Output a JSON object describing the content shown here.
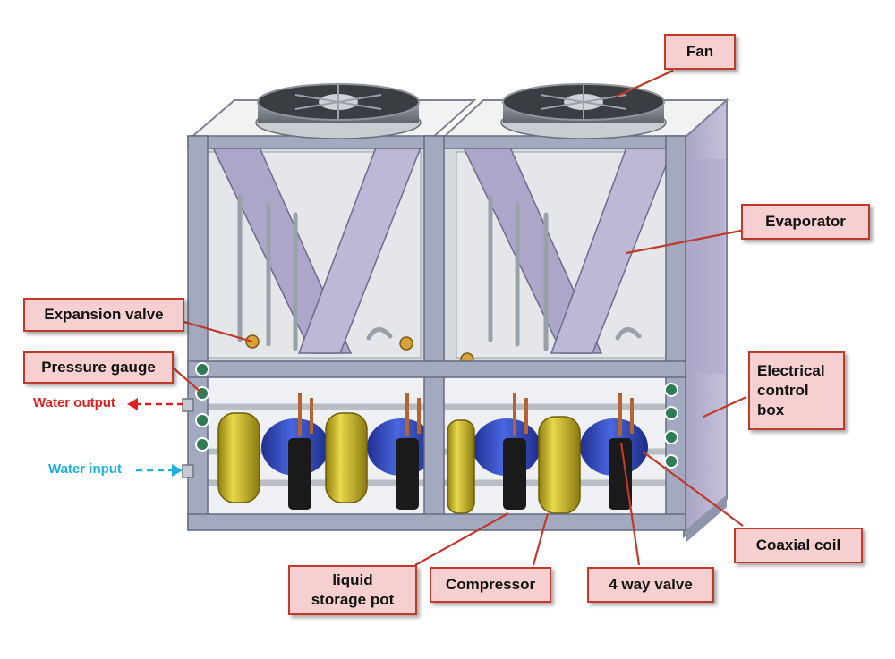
{
  "labels": {
    "fan": "Fan",
    "evaporator": "Evaporator",
    "expansion_valve": "Expansion valve",
    "pressure_gauge": "Pressure gauge",
    "electrical_control_box": "Electrical\ncontrol\nbox",
    "coaxial_coil": "Coaxial coil",
    "liquid_storage_pot": "liquid\nstorage pot",
    "compressor": "Compressor",
    "four_way_valve": "4 way valve"
  },
  "flows": {
    "water_output": "Water output",
    "water_input": "Water input"
  },
  "colors": {
    "callout_fill": "#f6d0d0",
    "callout_border": "#c0392b",
    "leader_line": "#c0392b",
    "water_output": "#e02020",
    "water_input": "#1ab0e0",
    "frame": "#a3a9bf",
    "panel": "#b7b3cf",
    "compressor": "#c9b61a",
    "tank": "#3551c9"
  }
}
